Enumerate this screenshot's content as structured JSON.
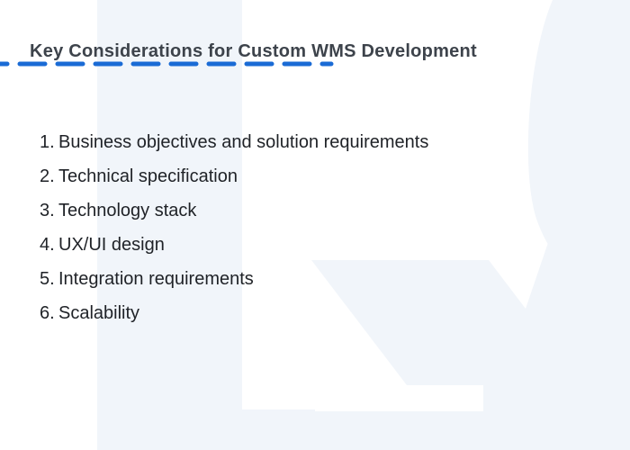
{
  "title": "Key Considerations for Custom WMS Development",
  "list": {
    "items": [
      {
        "num": "1.",
        "label": "Business objectives and solution requirements"
      },
      {
        "num": "2.",
        "label": "Technical specification"
      },
      {
        "num": "3.",
        "label": "Technology stack"
      },
      {
        "num": "4.",
        "label": "UX/UI design"
      },
      {
        "num": "5.",
        "label": "Integration requirements"
      },
      {
        "num": "6.",
        "label": "Scalability"
      }
    ]
  },
  "colors": {
    "accent_blue": "#1a6bd5",
    "watermark_blue": "#f1f5fa",
    "title_color": "#3d434b",
    "text_color": "#1f2227",
    "background": "#ffffff"
  }
}
